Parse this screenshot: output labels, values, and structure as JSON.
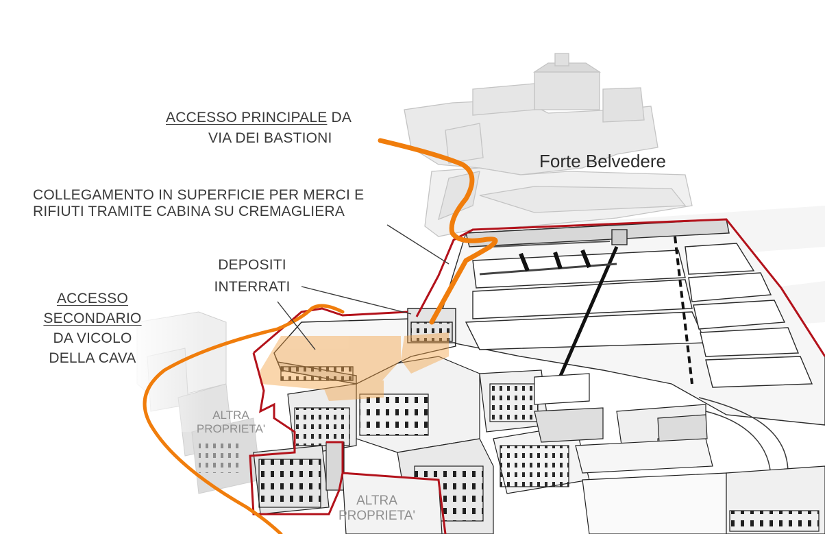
{
  "labels": {
    "accesso_principale": {
      "underlined": "ACCESSO PRINCIPALE",
      "rest": " DA",
      "line2": "VIA DEI BASTIONI"
    },
    "forte": "Forte Belvedere",
    "collegamento": {
      "line1": "COLLEGAMENTO IN SUPERFICIE PER MERCI E",
      "line2": "RIFIUTI TRAMITE CABINA SU CREMAGLIERA"
    },
    "depositi": {
      "line1": "DEPOSITI",
      "line2": "INTERRATI"
    },
    "accesso_secondario": {
      "line1": "ACCESSO",
      "line2": "SECONDARIO",
      "line3": "DA VICOLO",
      "line4": "DELLA CAVA"
    },
    "altra_proprieta_1": {
      "line1": "ALTRA",
      "line2": "PROPRIETA'"
    },
    "altra_proprieta_2": {
      "line1": "ALTRA",
      "line2": "PROPRIETA'"
    }
  },
  "colors": {
    "access_route": "#f07d0c",
    "property_boundary": "#b3121b",
    "storage_highlight": "#f4a54a",
    "leader_line": "#3a3a3a",
    "fort_gray": "#dcdcdc",
    "building_dark": "#222222"
  }
}
